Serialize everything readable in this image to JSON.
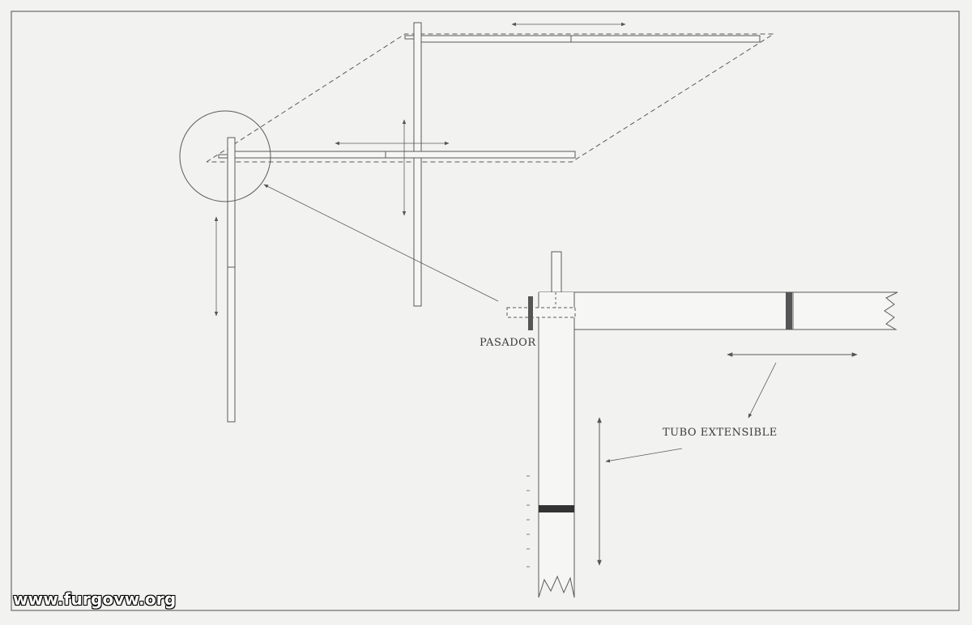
{
  "labels": {
    "pasador": "PASADOR",
    "tubo_extensible": "TUBO EXTENSIBLE"
  },
  "watermark": "www.furgovw.org",
  "colors": {
    "paper": "#f2f2f0",
    "line": "#5a5a5a",
    "band": "#3c3c3c"
  }
}
